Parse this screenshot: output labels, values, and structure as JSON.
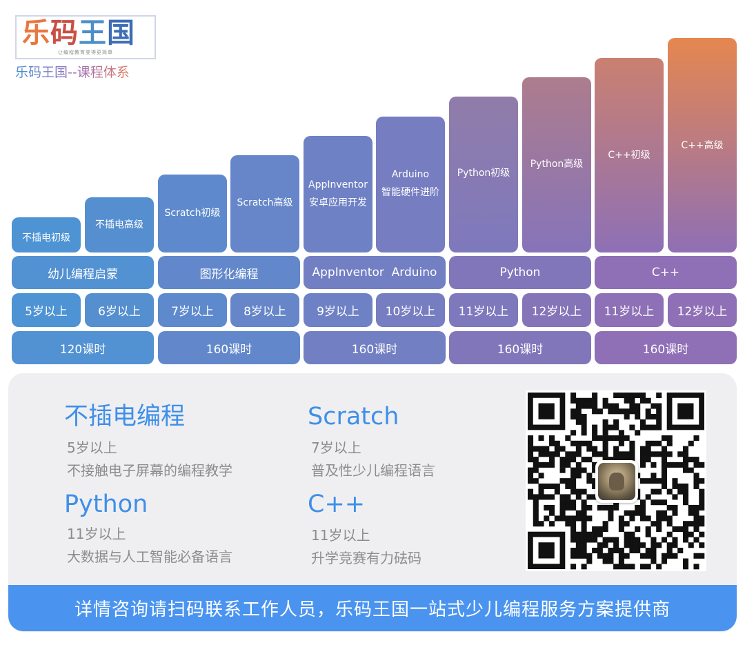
{
  "header": {
    "logo_chars": [
      "乐",
      "码",
      "王",
      "国"
    ],
    "logo_char_colors": [
      "#e8773f",
      "#c94f45",
      "#4b8ec9",
      "#3c6db5"
    ],
    "logo_tagline": "让编程教育变得更简单",
    "subtitle": "乐码王国--课程体系"
  },
  "courses": [
    {
      "label": "不插电初级",
      "age": "5岁以上"
    },
    {
      "label": "不插电高级",
      "age": "6岁以上"
    },
    {
      "label": "Scratch初级",
      "age": "7岁以上"
    },
    {
      "label": "Scratch高级",
      "age": "8岁以上"
    },
    {
      "label": "AppInventor\n安卓应用开发",
      "age": "9岁以上"
    },
    {
      "label": "Arduino\n智能硬件进阶",
      "age": "10岁以上"
    },
    {
      "label": "Python初级",
      "age": "11岁以上"
    },
    {
      "label": "Python高级",
      "age": "12岁以上"
    },
    {
      "label": "C++初级",
      "age": "11岁以上"
    },
    {
      "label": "C++高级",
      "age": "12岁以上"
    }
  ],
  "categories": [
    {
      "label": "幼儿编程启蒙",
      "hours": "120课时"
    },
    {
      "label": "图形化编程",
      "hours": "160课时"
    },
    {
      "label": "AppInventor  Arduino",
      "hours": "160课时"
    },
    {
      "label": "Python",
      "hours": "160课时"
    },
    {
      "label": "C++",
      "hours": "160课时"
    }
  ],
  "gradient": {
    "start": "#4a95d6",
    "mid": "#8f6fb5",
    "end": "#ef8a44"
  },
  "info": {
    "items": [
      {
        "title": "不插电编程",
        "age": "5岁以上",
        "desc": "不接触电子屏幕的编程教学"
      },
      {
        "title": "Scratch",
        "age": "7岁以上",
        "desc": "普及性少儿编程语言"
      },
      {
        "title": "Python",
        "age": "11岁以上",
        "desc": "大数据与人工智能必备语言"
      },
      {
        "title": "C++",
        "age": "11岁以上",
        "desc": "升学竞赛有力砝码"
      }
    ]
  },
  "footer": {
    "text": "详情咨询请扫码联系工作人员，乐码王国一站式少儿编程服务方案提供商"
  }
}
